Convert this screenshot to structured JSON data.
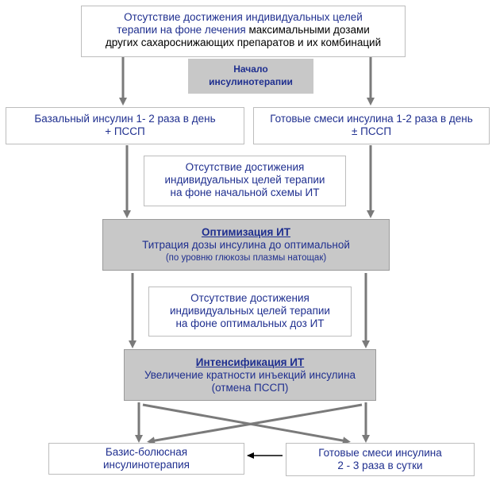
{
  "top_box": {
    "line1": "Отсутствие достижения индивидуальных целей",
    "line2_a": "терапии на фоне лечения ",
    "line2_b": "максимальными дозами",
    "line3": "других сахароснижающих препаратов и их комбинаций"
  },
  "start_label": {
    "line1": "Начало",
    "line2": "инсулинотерапии"
  },
  "left_box": {
    "line1": "Базальный инсулин 1- 2 раза в день",
    "line2": "+ ПССП"
  },
  "right_box": {
    "line1": "Готовые смеси инсулина 1-2 раза в день",
    "line2": "± ПССП"
  },
  "mid_note_1": {
    "line1": "Отсутствие достижения",
    "line2": "индивидуальных целей терапии",
    "line3": "на фоне начальной схемы ИТ"
  },
  "optimization": {
    "title": "Оптимизация ИТ",
    "line1": "Титрация дозы инсулина до оптимальной",
    "line2": "(по уровню глюкозы плазмы натощак)"
  },
  "mid_note_2": {
    "line1": "Отсутствие достижения",
    "line2": "индивидуальных целей терапии",
    "line3": "на фоне оптимальных доз ИТ"
  },
  "intensification": {
    "title": "Интенсификация ИТ",
    "line1": "Увеличение кратности инъекций инсулина",
    "line2": "(отмена ПССП)"
  },
  "basis_bolus": {
    "line1": "Базис-болюсная",
    "line2": "инсулинотерапия"
  },
  "ready_mixes": {
    "line1": "Готовые смеси инсулина",
    "line2": "2 - 3 раза в сутки"
  },
  "colors": {
    "text_blue": "#1f2f8f",
    "arrow_gray": "#7a7a7a",
    "box_gray": "#c8c8c8"
  }
}
